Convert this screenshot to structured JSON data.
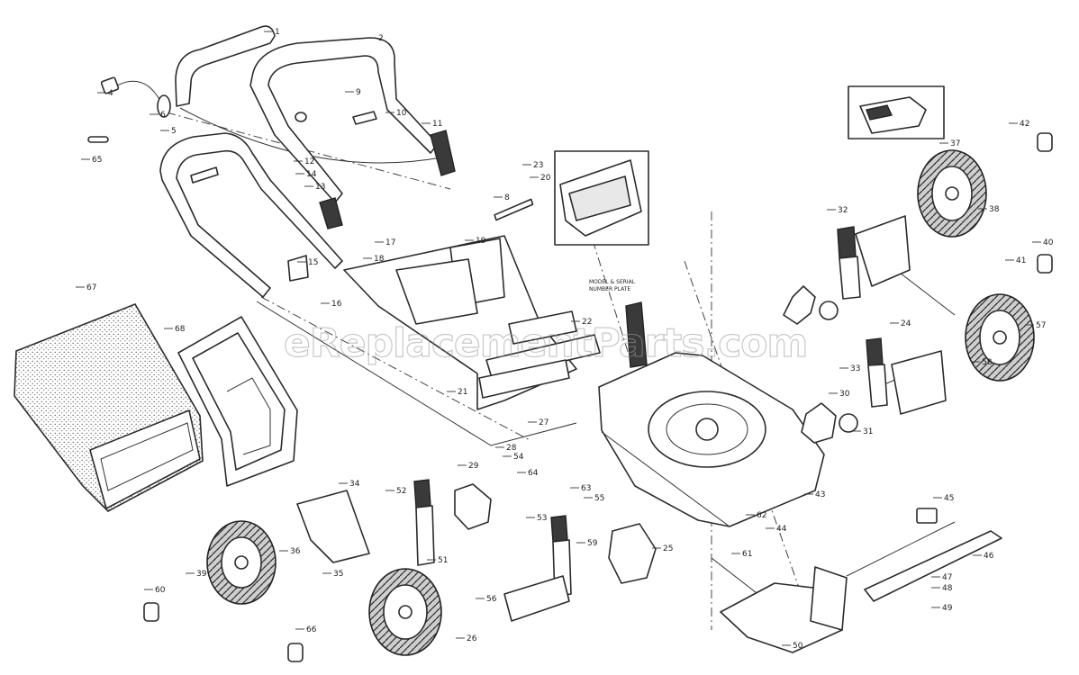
{
  "watermark": "eReplacementParts.com",
  "model_label": {
    "line1": "MODEL & SERIAL",
    "line2": "NUMBER PLATE"
  },
  "callouts": [
    "1",
    "2",
    "4",
    "5",
    "6",
    "8",
    "9",
    "10",
    "11",
    "12",
    "13",
    "14",
    "15",
    "16",
    "17",
    "18",
    "19",
    "20",
    "21",
    "22",
    "23",
    "24",
    "25",
    "26",
    "27",
    "28",
    "29",
    "30",
    "31",
    "32",
    "33",
    "34",
    "35",
    "36",
    "37",
    "38",
    "39",
    "40",
    "41",
    "42",
    "43",
    "44",
    "45",
    "46",
    "47",
    "48",
    "49",
    "50",
    "51",
    "52",
    "53",
    "54",
    "55",
    "56",
    "57",
    "58",
    "59",
    "60",
    "61",
    "62",
    "63",
    "64",
    "65",
    "66",
    "67",
    "68"
  ],
  "colors": {
    "line": "#2b2b2b",
    "background": "#ffffff",
    "watermark": "#9a9a9a"
  }
}
